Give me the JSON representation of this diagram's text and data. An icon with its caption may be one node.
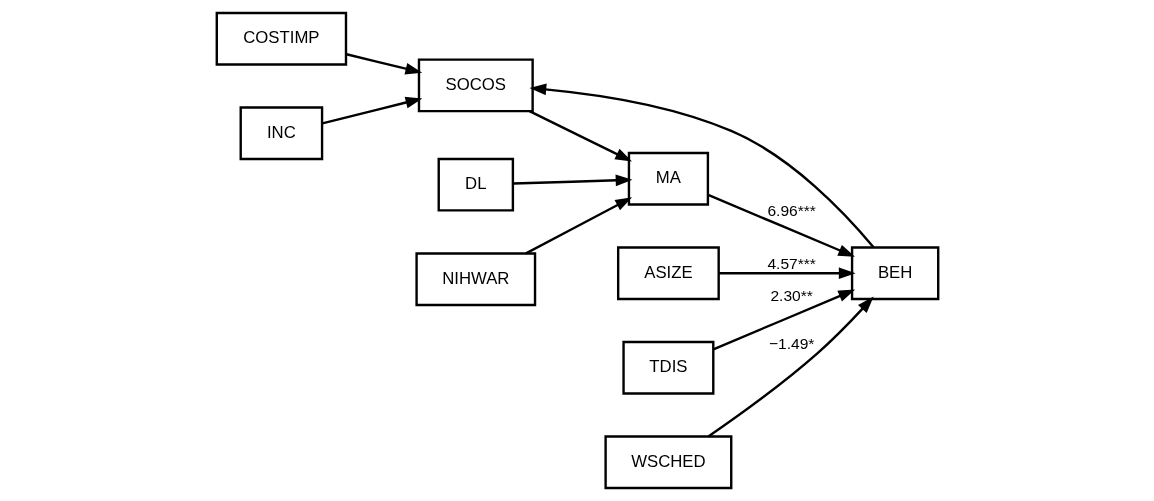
{
  "diagram": {
    "nodes": [
      {
        "text": [
          "COSTIMP"
        ]
      },
      {
        "text": [
          "INC"
        ]
      },
      {
        "text": [
          "SOCOS"
        ]
      },
      {
        "text": [
          "DL"
        ]
      },
      {
        "text": [
          "MA"
        ]
      },
      {
        "text": [
          "NIHWAR"
        ]
      },
      {
        "text": [
          "BEH"
        ]
      },
      {
        "text": [
          "ASIZE"
        ]
      },
      {
        "text": [
          "TDIS"
        ]
      },
      {
        "text": [
          "WSCHED"
        ]
      }
    ],
    "edges": [
      {
        "from": 0,
        "to": 2,
        "arrow": "to"
      },
      {
        "from": 1,
        "to": 2,
        "arrow": "to"
      },
      {
        "from": 2,
        "to": 4,
        "arrow": "to"
      },
      {
        "from": 3,
        "to": 4,
        "arrow": "to"
      },
      {
        "from": 5,
        "to": 4,
        "arrow": "to"
      },
      {
        "from": 4,
        "to": 6,
        "arrow": "to",
        "label": "6.96***"
      },
      {
        "from": 7,
        "to": 6,
        "arrow": "to",
        "label": "4.57***"
      },
      {
        "from": 8,
        "to": 6,
        "arrow": "to",
        "label": "2.30**"
      },
      {
        "from": 9,
        "to": 6,
        "arrow": "to",
        "label": "−1.49*"
      },
      {
        "from": 6,
        "to": 2,
        "arrow": "to"
      }
    ]
  }
}
